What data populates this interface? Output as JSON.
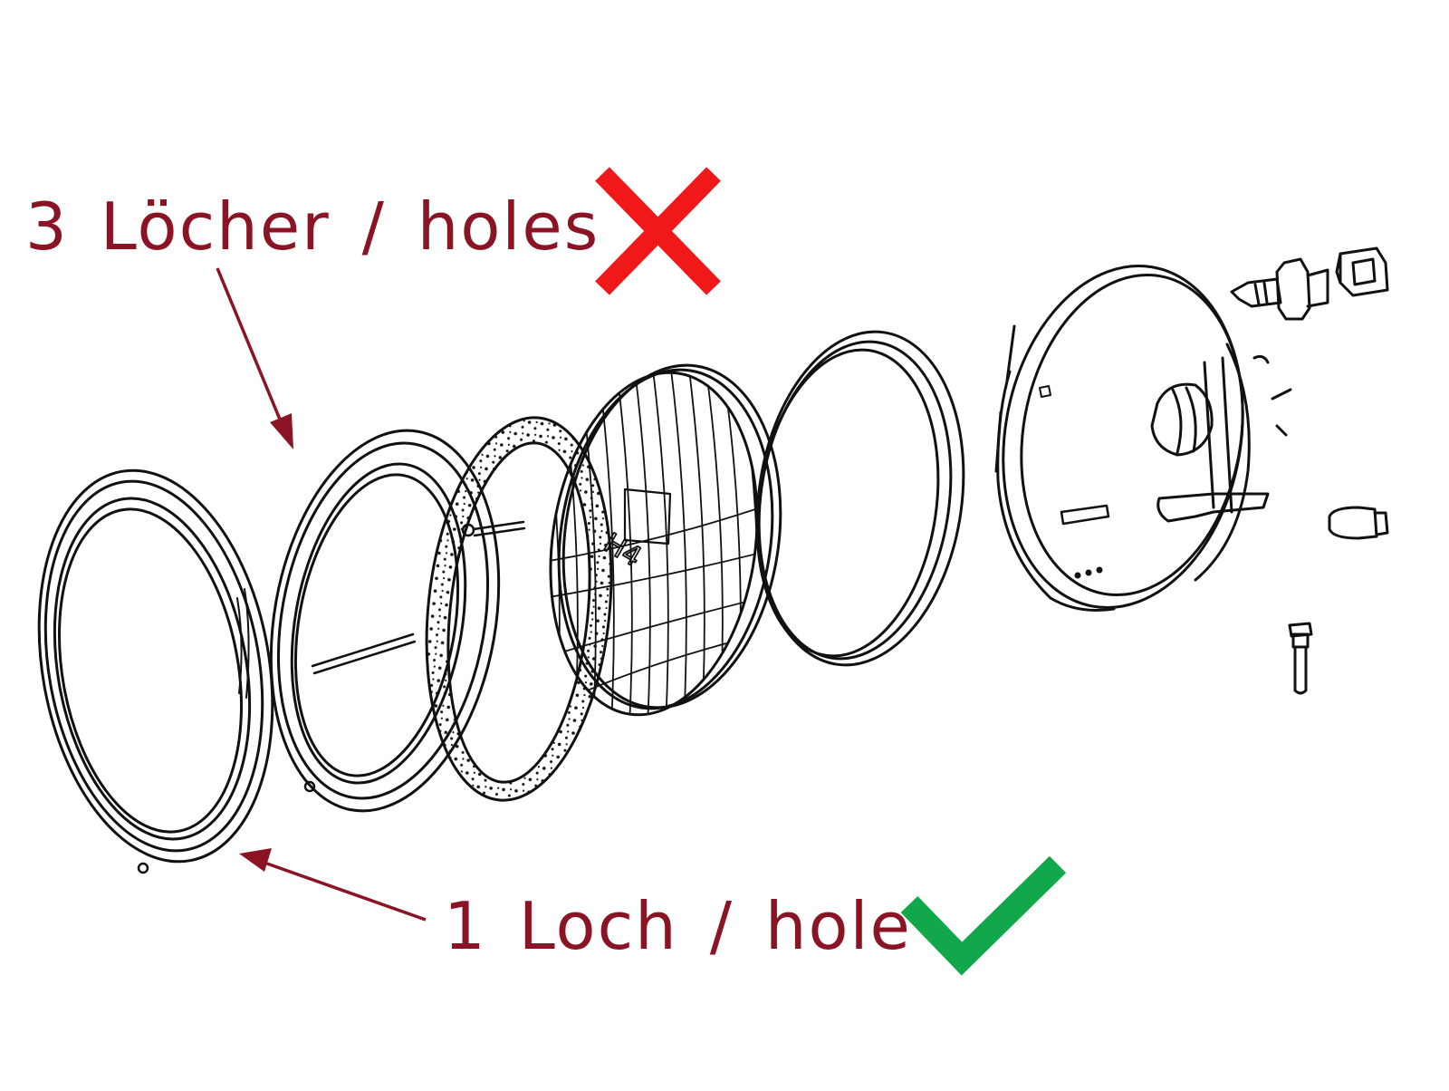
{
  "labels": {
    "wrong": "3 Löcher / holes",
    "right": "1 Loch / hole",
    "lens_marking": "H4"
  },
  "icons": {
    "wrong": "red-cross-icon",
    "right": "green-checkmark-icon"
  },
  "colors": {
    "label_text": "#8b1424",
    "arrow": "#8b1424",
    "cross": "#f01818",
    "check": "#10a84a",
    "line_art": "#111111"
  }
}
